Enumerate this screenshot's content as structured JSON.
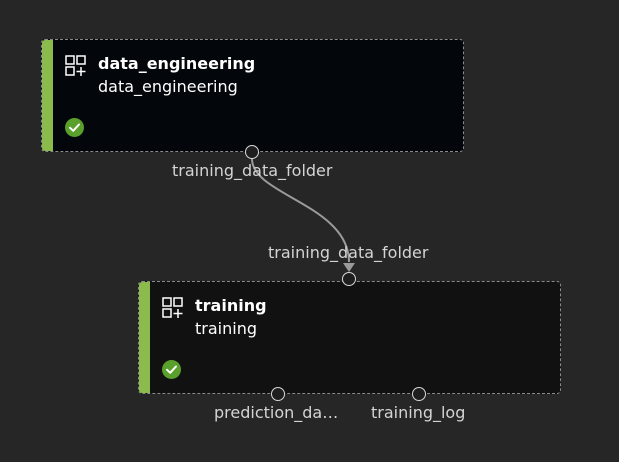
{
  "colors": {
    "canvas_background": "#262626",
    "node_accent": "#8bbb4c",
    "status_success": "#5aa02c",
    "edge": "#9a9a9a"
  },
  "nodes": [
    {
      "title": "data_engineering",
      "subtitle": "data_engineering",
      "icon": "module-icon",
      "status": "completed",
      "output_ports": [
        "training_data_folder"
      ]
    },
    {
      "title": "training",
      "subtitle": "training",
      "icon": "module-icon",
      "status": "completed",
      "input_ports": [
        "training_data_folder"
      ],
      "output_ports": [
        "prediction_da…",
        "training_log"
      ]
    }
  ],
  "edges": [
    {
      "from": "data_engineering.training_data_folder",
      "to": "training.training_data_folder"
    }
  ]
}
